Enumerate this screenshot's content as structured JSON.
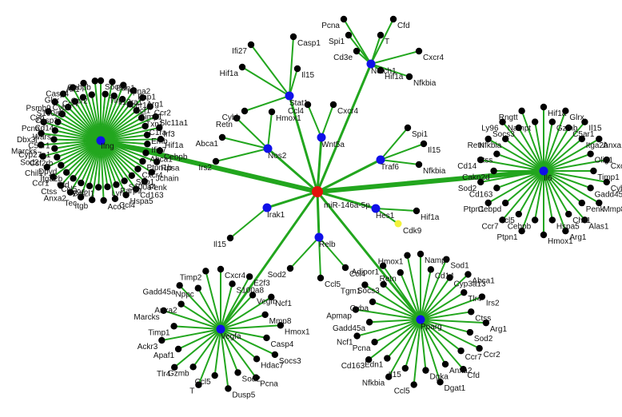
{
  "colors": {
    "edge": "#22a61e",
    "leaf": "#000000",
    "center": "#e3120b",
    "hub": "#1010e8",
    "highlight": "#f2f23a"
  },
  "network": {
    "center": {
      "id": "center",
      "label": "miR-146a-5p"
    },
    "hubs": [
      {
        "id": "ifng",
        "label": "Ifng",
        "edge_weight": "thick",
        "leaves": [
          "Socs3",
          "Tlr4",
          "Edn1",
          "Il13ra1",
          "Kpna2",
          "Fcer1g",
          "Fap1",
          "Ncf1",
          "Arg1",
          "Timp1",
          "Ccr2",
          "Txn1",
          "Slc11a1",
          "C1ra",
          "Irf3",
          "Emb",
          "Hif1a",
          "Ifi27",
          "Cebpb",
          "Abca1",
          "Rpsa",
          "Ptpn1b",
          "Jchain",
          "Cxcr4",
          "Penk",
          "Spp1",
          "Cd163",
          "S100a4",
          "Hspa5",
          "Parp9",
          "Ccl4",
          "Lyn",
          "Aco1",
          "Bcl2l1",
          "Itgb",
          "Ly96",
          "Tec",
          "Ccl5",
          "Anxa2",
          "Cfd",
          "Ctss",
          "Itga2b",
          "Ccr1",
          "Dpyd",
          "Chil1",
          "Csf2rb",
          "Sod2",
          "Cyp27a1",
          "Marcks",
          "C5ar1",
          "Dbx3l",
          "Wars",
          "Pcna",
          "Cd14",
          "Cyb",
          "Casp1",
          "Psmb9",
          "S100a8",
          "Glrx",
          "Cybb",
          "Casp4",
          "Ccr7",
          "Aif1",
          "Ccr2",
          "Cebpb"
        ]
      },
      {
        "id": "il6",
        "label": "Il6",
        "edge_weight": "thick",
        "leaves": [
          "Hif1a",
          "Gzmb",
          "Glrx",
          "C5ar1",
          "Il15",
          "Itga2b",
          "Anxa1",
          "Olig1",
          "Cxcr4",
          "Timp1",
          "Cybb",
          "Gadd45a",
          "Mmp8",
          "Penk",
          "Alas1",
          "Chil1",
          "Arg1",
          "Hspa5",
          "Hmox1",
          "Cebpb",
          "Ptpn1",
          "Ccl5",
          "Ccr7",
          "Cebpd",
          "Ptpn1",
          "Cd163",
          "Sod2",
          "Cakn2d",
          "Cd14",
          "Ctss",
          "Retn",
          "Nfkbia",
          "Ly96",
          "Socs3",
          "Rngtt",
          "Nampt"
        ]
      },
      {
        "id": "vegfa",
        "label": "Vegfa",
        "edge_weight": "normal",
        "leaves": [
          "Cxcr4",
          "S100a8",
          "E2f3",
          "Vegfb",
          "Ncf1",
          "Mmp8",
          "Hmox1",
          "Casp4",
          "Socs3",
          "Hdac7",
          "Pcna",
          "Sod2",
          "Dusp5",
          "Ccl5",
          "T",
          "Gzmb",
          "Tlr4",
          "Apaf1",
          "Ackr3",
          "Timp1",
          "Marcks",
          "Anxa2",
          "Gadd45a",
          "Nppc",
          "Timp2"
        ]
      },
      {
        "id": "pparg",
        "label": "Pparg",
        "edge_weight": "normal",
        "leaves": [
          "Nampt",
          "Cd14",
          "Sod1",
          "Cyp3a13",
          "Abca1",
          "Tlr4",
          "Irs2",
          "Ctss",
          "Arg1",
          "Sod2",
          "Ccr2",
          "Ccr7",
          "Cfd",
          "Anxa2",
          "Dgat1",
          "Dgka",
          "Ccl5",
          "Il15",
          "Nfkbia",
          "Edn1",
          "Cd163",
          "Pcna",
          "Ncf1",
          "Gadd45a",
          "Apmap",
          "Cyba",
          "Tgm1",
          "Socs3",
          "Adipor1",
          "Retn",
          "Hmox1"
        ]
      },
      {
        "id": "stat1",
        "label": "Stat1",
        "edge_weight": "normal",
        "leaves": [
          "Ifi27",
          "Casp1",
          "Hif1a",
          "Il15",
          "Cybb"
        ]
      },
      {
        "id": "notch1",
        "label": "Notch1",
        "edge_weight": "normal",
        "leaves": [
          "Pcna",
          "Cfd",
          "Spi1",
          "T",
          "Cd3e",
          "Cxcr4",
          "Nfkbia",
          "Hif1a"
        ]
      },
      {
        "id": "nos2",
        "label": "Nos2",
        "edge_weight": "normal",
        "leaves": [
          "Retn",
          "Hmox1",
          "Abca1",
          "Irs2"
        ]
      },
      {
        "id": "wnt5a",
        "label": "Wnt5a",
        "edge_weight": "normal",
        "leaves": [
          "Ccl4",
          "Cxcr4"
        ]
      },
      {
        "id": "traf6",
        "label": "Traf6",
        "edge_weight": "normal",
        "leaves": [
          "Spi1",
          "Il15",
          "Nfkbia"
        ]
      },
      {
        "id": "irak1",
        "label": "Irak1",
        "edge_weight": "normal",
        "leaves": [
          "Il15"
        ]
      },
      {
        "id": "relb",
        "label": "Relb",
        "edge_weight": "normal",
        "leaves": [
          "Sod2",
          "Ccl5",
          "Ccl4"
        ]
      },
      {
        "id": "hes1",
        "label": "Hes1",
        "edge_weight": "normal",
        "leaves": [
          "Hif1a"
        ],
        "highlight_leaves": [
          "Cdk9"
        ]
      }
    ]
  }
}
